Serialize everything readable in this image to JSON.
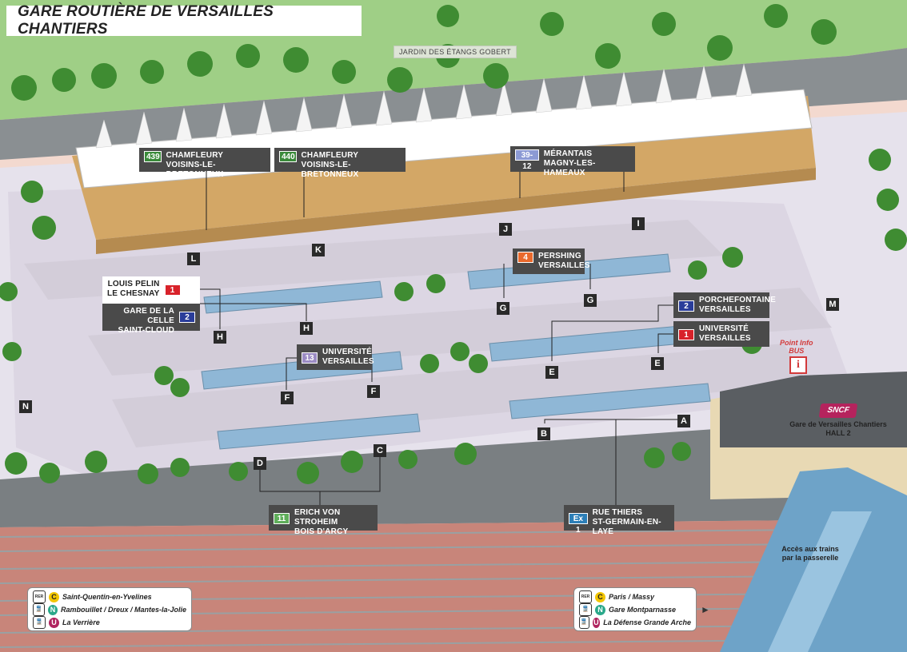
{
  "title": "GARE ROUTIÈRE DE VERSAILLES CHANTIERS",
  "park_label": "JARDIN DES ÉTANGS GOBERT",
  "routes": [
    {
      "id": "r439",
      "number": "439",
      "color": "#3a8a3a",
      "line1": "CHAMFLEURY",
      "line2": "VOISINS-LE-BRETONNEUX"
    },
    {
      "id": "r440",
      "number": "440",
      "color": "#3a8a3a",
      "line1": "CHAMFLEURY",
      "line2": "VOISINS-LE-BRETONNEUX"
    },
    {
      "id": "r3912",
      "number": "39-12",
      "color": "#8c9ad4",
      "line1": "MÉRANTAIS",
      "line2": "MAGNY-LES-HAMEAUX"
    },
    {
      "id": "r4",
      "number": "4",
      "color": "#e9692c",
      "line1": "PERSHING",
      "line2": "VERSAILLES"
    },
    {
      "id": "r1lp",
      "number": "1",
      "color": "#d8222a",
      "line1": "LOUIS PELIN",
      "line2": "LE CHESNAY"
    },
    {
      "id": "r2gc",
      "number": "2",
      "color": "#2a3d9a",
      "line1": "GARE DE LA CELLE",
      "line2": "SAINT-CLOUD"
    },
    {
      "id": "r2pf",
      "number": "2",
      "color": "#2a3d9a",
      "line1": "PORCHEFONTAINE",
      "line2": "VERSAILLES"
    },
    {
      "id": "r1uv",
      "number": "1",
      "color": "#d8222a",
      "line1": "UNIVERSITÉ",
      "line2": "VERSAILLES"
    },
    {
      "id": "r13",
      "number": "13",
      "color": "#9b8bc4",
      "line1": "UNIVERSITÉ",
      "line2": "VERSAILLES"
    },
    {
      "id": "r11",
      "number": "11",
      "color": "#5fae5a",
      "line1": "ERICH VON STROHEIM",
      "line2": "BOIS D'ARCY"
    },
    {
      "id": "rex1",
      "number": "Ex 1",
      "color": "#2c7fb8",
      "line1": "RUE THIERS",
      "line2": "ST-GERMAIN-EN-LAYE"
    }
  ],
  "stops": [
    "L",
    "K",
    "J",
    "I",
    "G",
    "G",
    "H",
    "H",
    "E",
    "E",
    "F",
    "F",
    "D",
    "C",
    "B",
    "A",
    "M",
    "N"
  ],
  "info": {
    "line1": "Point Info",
    "line2": "BUS",
    "icon": "info-icon"
  },
  "station": {
    "brand": "SNCF",
    "line1": "Gare de Versailles Chantiers",
    "line2": "HALL 2"
  },
  "access": {
    "line1": "Accès aux trains",
    "line2": "par la passerelle"
  },
  "legend_left": [
    {
      "mode": "RER",
      "line": "C",
      "color": "#f2c500",
      "text_color": "#222",
      "name": "Saint-Quentin-en-Yvelines"
    },
    {
      "mode": "TRAIN",
      "line": "N",
      "color": "#2aa88a",
      "text_color": "#fff",
      "name": "Rambouillet / Dreux / Mantes-la-Jolie"
    },
    {
      "mode": "TRAIN",
      "line": "U",
      "color": "#b0245f",
      "text_color": "#fff",
      "name": "La Verrière"
    }
  ],
  "legend_right": [
    {
      "mode": "RER",
      "line": "C",
      "color": "#f2c500",
      "text_color": "#222",
      "name": "Paris / Massy"
    },
    {
      "mode": "TRAIN",
      "line": "N",
      "color": "#2aa88a",
      "text_color": "#fff",
      "name": "Gare Montparnasse"
    },
    {
      "mode": "TRAIN",
      "line": "U",
      "color": "#b0245f",
      "text_color": "#fff",
      "name": "La Défense Grande Arche"
    }
  ],
  "colors": {
    "tree": "#3f8c32",
    "plaza": "#dcd6e3",
    "shelter": "#8fb7d6",
    "rail": "#c8857a",
    "grass": "#9fcf86",
    "building": "#c9a36a"
  }
}
